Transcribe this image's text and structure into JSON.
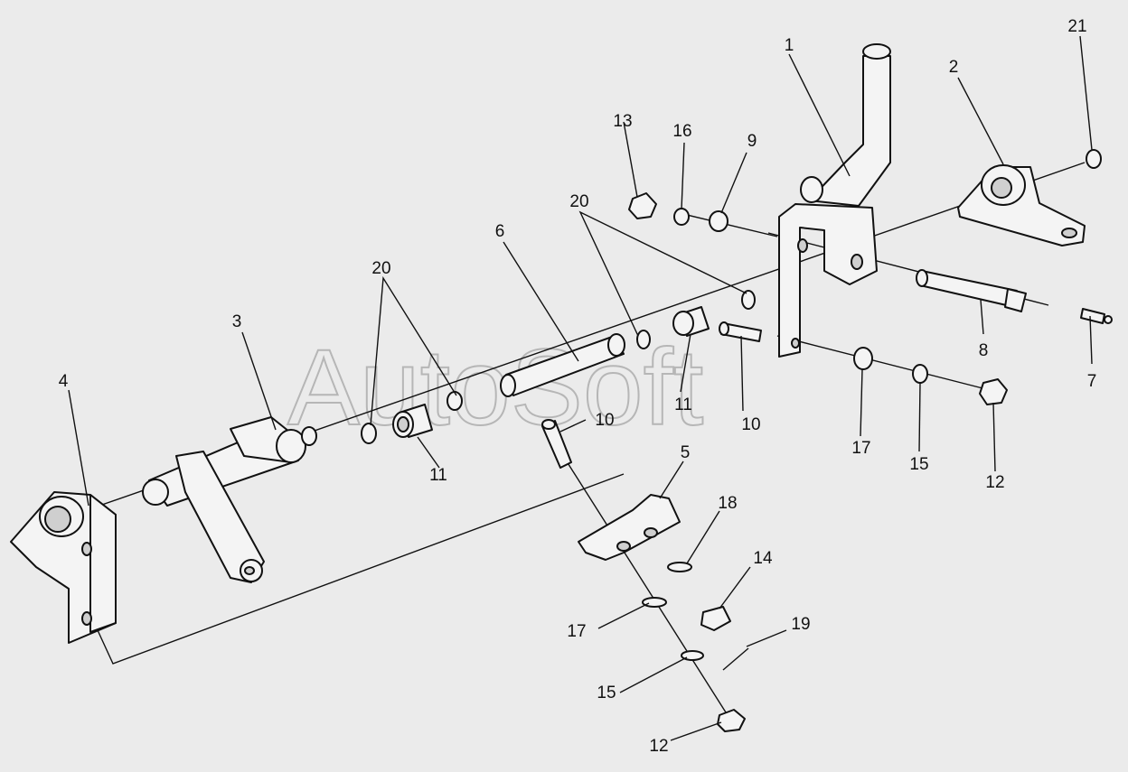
{
  "watermark": "AutoSoft",
  "callouts": {
    "c1": "1",
    "c2": "2",
    "c3": "3",
    "c4": "4",
    "c5": "5",
    "c6": "6",
    "c7": "7",
    "c8": "8",
    "c9": "9",
    "c10a": "10",
    "c10b": "10",
    "c11a": "11",
    "c11b": "11",
    "c12a": "12",
    "c12b": "12",
    "c13": "13",
    "c14": "14",
    "c15a": "15",
    "c15b": "15",
    "c16": "16",
    "c17a": "17",
    "c17b": "17",
    "c18": "18",
    "c19": "19",
    "c20a": "20",
    "c20b": "20",
    "c21": "21"
  }
}
